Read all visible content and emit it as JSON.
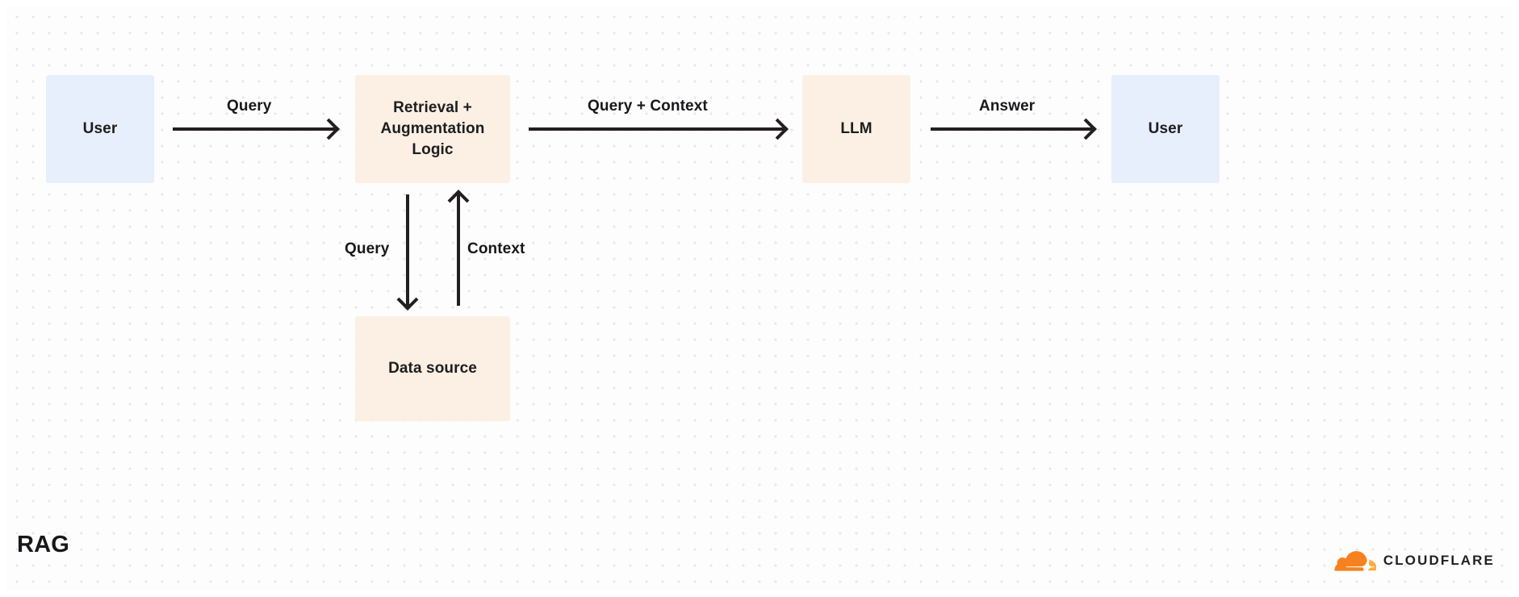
{
  "diagram": {
    "title": "RAG",
    "background": "#fdfdfd",
    "dot_color": "#e7e7ec",
    "nodes": [
      {
        "id": "user-left",
        "label": "User",
        "color": "#e7eefc"
      },
      {
        "id": "retrieval",
        "label": "Retrieval + Augmentation Logic",
        "color": "#fbf0e3"
      },
      {
        "id": "llm",
        "label": "LLM",
        "color": "#fbf0e3"
      },
      {
        "id": "user-right",
        "label": "User",
        "color": "#e7eefc"
      },
      {
        "id": "datasource",
        "label": "Data source",
        "color": "#fbf0e3"
      }
    ],
    "edges": [
      {
        "id": "e1",
        "label": "Query",
        "from": "user-left",
        "to": "retrieval",
        "direction": "right"
      },
      {
        "id": "e2",
        "label": "Query + Context",
        "from": "retrieval",
        "to": "llm",
        "direction": "right"
      },
      {
        "id": "e3",
        "label": "Answer",
        "from": "llm",
        "to": "user-right",
        "direction": "right"
      },
      {
        "id": "e4",
        "label": "Query",
        "from": "retrieval",
        "to": "datasource",
        "direction": "down"
      },
      {
        "id": "e5",
        "label": "Context",
        "from": "datasource",
        "to": "retrieval",
        "direction": "up"
      }
    ],
    "node_lines": {
      "retrieval": [
        "Retrieval +",
        "Augmentation",
        "Logic"
      ]
    }
  },
  "brand": {
    "name": "CLOUDFLARE",
    "logo_icon": "cloudflare-cloud-icon",
    "color_primary": "#f6821f",
    "color_secondary": "#fbad41"
  }
}
